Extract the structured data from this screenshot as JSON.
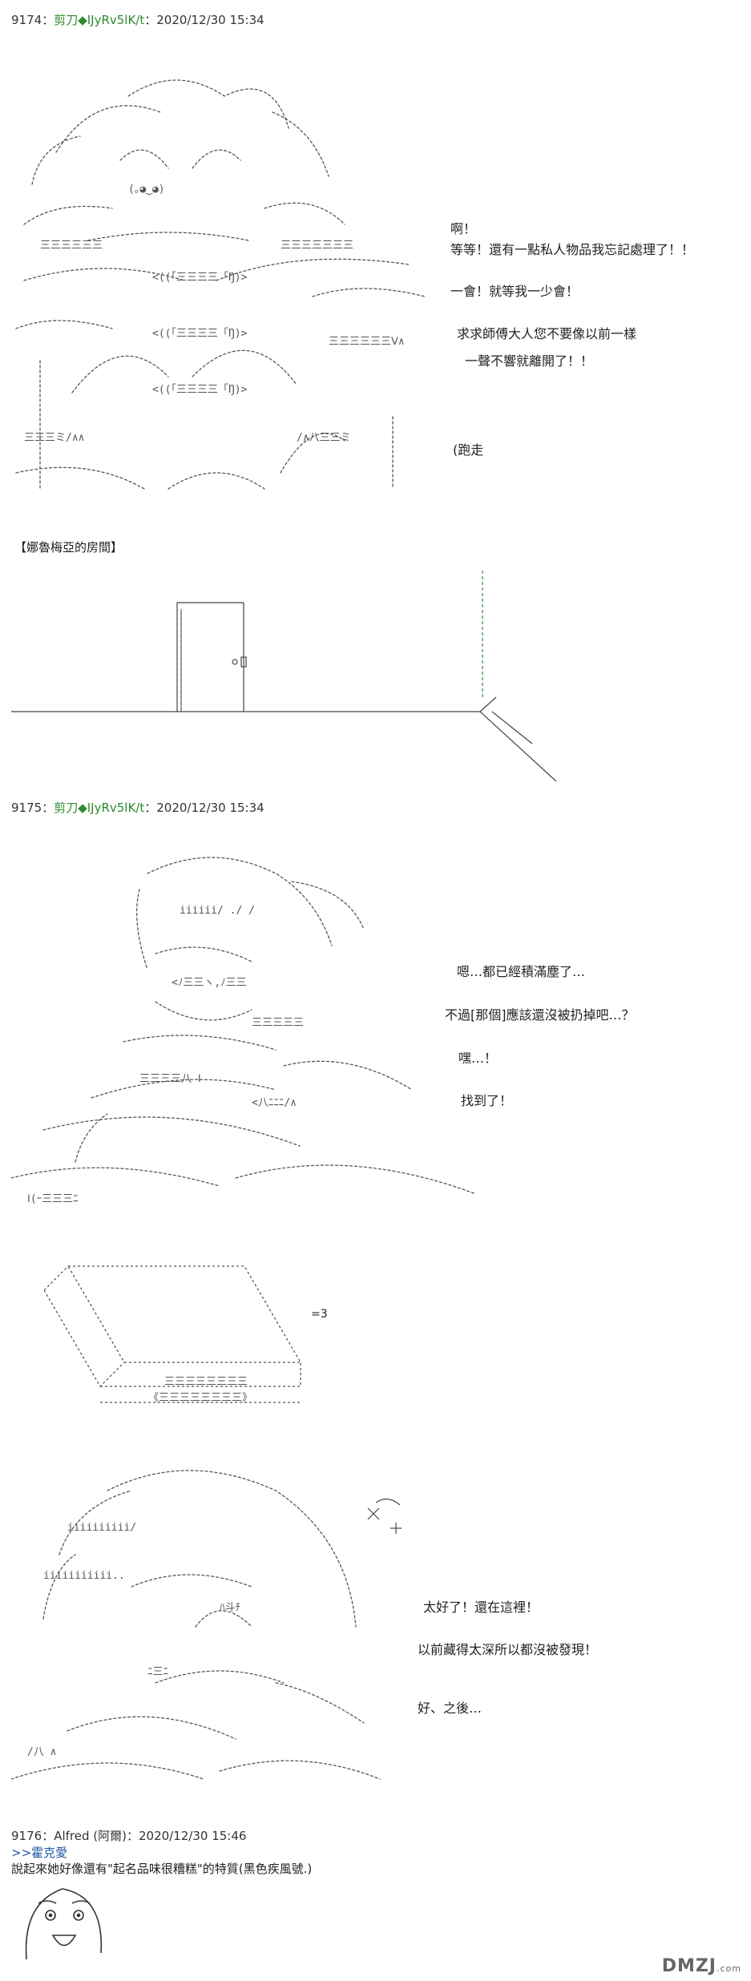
{
  "posts": [
    {
      "number": "9174",
      "sep": "：",
      "name": "剪刀◆IJyRv5lK/t",
      "date": "：2020/12/30 15:34",
      "lines": [
        "啊！",
        "等等！還有一點私人物品我忘記處理了！！",
        "一會！就等我一少會！",
        "求求師傅大人您不要像以前一樣",
        "一聲不響就離開了！！",
        "(跑走"
      ],
      "location_label": "【娜魯梅亞的房間】"
    },
    {
      "number": "9175",
      "sep": "：",
      "name": "剪刀◆IJyRv5lK/t",
      "date": "：2020/12/30 15:34",
      "lines": [
        "嗯…都已經積滿塵了…",
        "不過[那個]應該還沒被扔掉吧…？",
        "嘿…！",
        "找到了！"
      ],
      "sfx": "=3",
      "lines2": [
        "太好了！還在這裡！",
        "以前藏得太深所以都沒被發現！",
        "好、之後…"
      ]
    },
    {
      "number": "9176",
      "sep": "：",
      "name": "Alfred (阿爾)",
      "date": "：2020/12/30 15:46",
      "reply": ">>霍克愛",
      "text": "說起來她好像還有\"起名品味很糟糕\"的特質(黑色疾風號.)"
    }
  ],
  "watermark": {
    "brand": "DMZJ",
    "suffix": ".com"
  }
}
